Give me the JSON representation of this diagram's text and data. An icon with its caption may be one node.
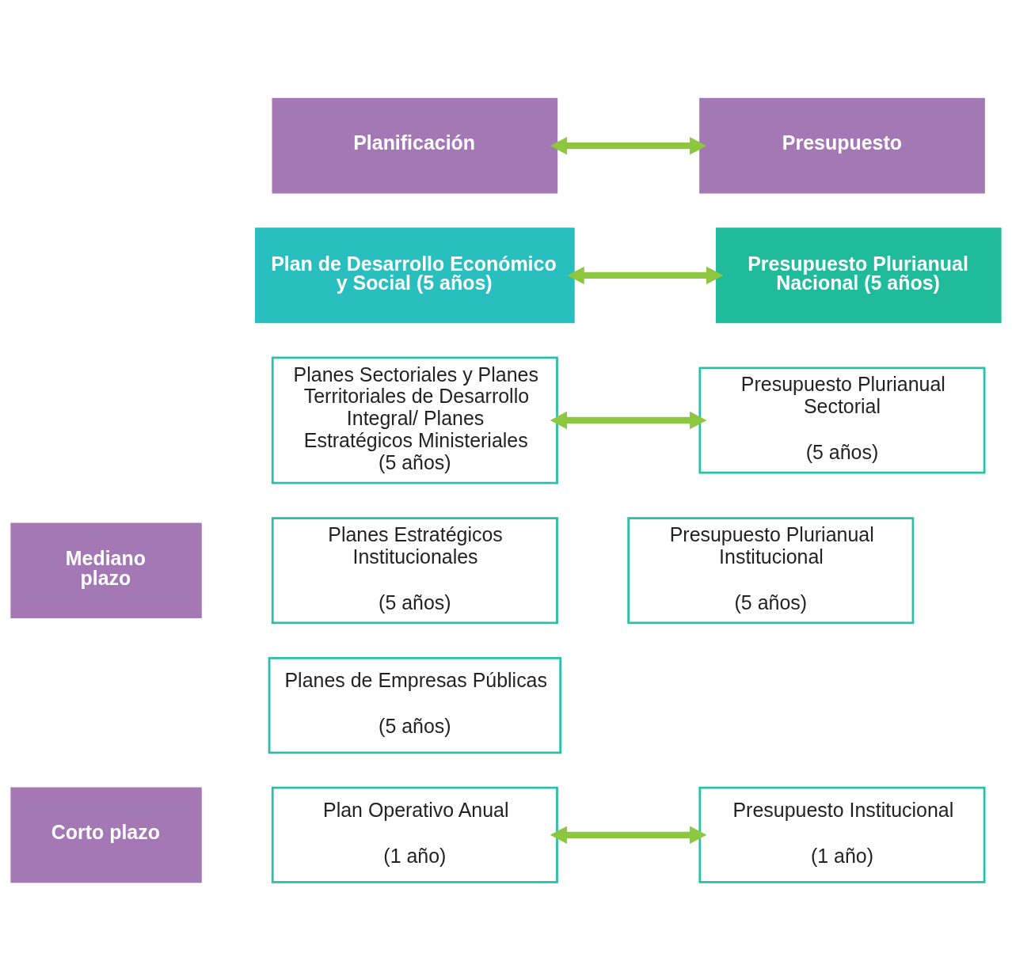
{
  "diagram": {
    "nodes": [
      {
        "text": [
          "Planificación"
        ]
      },
      {
        "text": [
          "Presupuesto"
        ]
      },
      {
        "text": [
          "Plan de Desarrollo Económico y Social (5 años)"
        ]
      },
      {
        "text": [
          "Presupuesto Plurianual Nacional (5 años)"
        ]
      },
      {
        "text": [
          "Planes Sectoriales y Planes Territoriales de Desarrollo Integral/ Planes Estratégicos Ministeriales (5 años)"
        ]
      },
      {
        "text": [
          "Presupuesto Plurianual Sectorial",
          "(5 años)"
        ]
      },
      {
        "text": [
          "Planes Estratégicos Institucionales",
          "(5 años)"
        ]
      },
      {
        "text": [
          "Planes de Empresas Públicas",
          "(5 años)"
        ]
      },
      {
        "text": [
          "Presupuesto Plurianual Institucional",
          "(5 años)"
        ]
      },
      {
        "text": [
          "Plan Operativo Anual",
          "(1 año)"
        ]
      },
      {
        "text": [
          "Presupuesto Institucional",
          "(1 año)"
        ]
      },
      {
        "text": [
          "Mediano plazo"
        ]
      },
      {
        "text": [
          "Corto plazo"
        ]
      }
    ],
    "edges": [
      {
        "from": 0,
        "to": 1,
        "arrow": "both"
      },
      {
        "from": 2,
        "to": 3,
        "arrow": "both"
      },
      {
        "from": 4,
        "to": 5,
        "arrow": "both"
      },
      {
        "from": 9,
        "to": 10,
        "arrow": "both"
      }
    ]
  }
}
